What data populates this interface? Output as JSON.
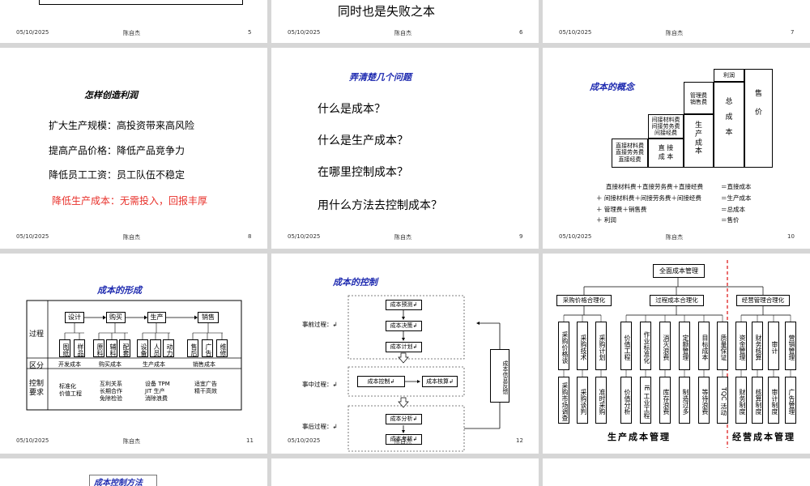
{
  "footer_date": "05/10/2025",
  "footer_author": "陈自杰",
  "slide_numbers": [
    "5",
    "6",
    "7",
    "8",
    "9",
    "10",
    "11",
    "12"
  ],
  "slide6_text": "同时也是失败之本",
  "slide8": {
    "title": "怎样创造利润",
    "lines": [
      "扩大生产规模：高投资带来高风险",
      "提高产品价格：降低产品竞争力",
      "降低员工工资：员工队伍不稳定"
    ],
    "highlight": "降低生产成本：无需投入，回报丰厚",
    "highlight_color": "#e8302a"
  },
  "slide9": {
    "title": "弄清楚几个问题",
    "questions": [
      "什么是成本？",
      "什么是生产成本？",
      "在哪里控制成本？",
      "用什么方法去控制成本？"
    ]
  },
  "slide10": {
    "title": "成本的概念",
    "profit": "利润",
    "sell": "售\n\n价",
    "mgmt": "管理费\n销售费",
    "total": "总\n\n成\n\n本",
    "indirect": "间接材料费\n间接劳务费\n间接经费",
    "prodcost": "生\n产\n成\n本",
    "direct_items": "直接材料费\n直接劳务费\n直接经费",
    "direct_cost": "直  接\n成  本",
    "eq_left": [
      "直接材料费＋直接劳务费＋直接经费",
      "＋  间接材料费＋间接劳务费＋间接经费",
      "＋  管理费＋销售费",
      "＋  利润"
    ],
    "eq_right": [
      "＝直接成本",
      "＝生产成本",
      "＝总成本",
      "＝售价"
    ]
  },
  "slide11": {
    "title": "成本的形成",
    "row_process": "过程",
    "row_zone": "区分",
    "row_control": "控制\n要求",
    "stages": [
      "设计",
      "购买",
      "生产",
      "销售"
    ],
    "subs": [
      [
        "图纸",
        "样品"
      ],
      [
        "原料",
        "辅料",
        "配套"
      ],
      [
        "设备",
        "人员",
        "动力"
      ],
      [
        "售后",
        "广告",
        "维修"
      ]
    ],
    "zones": [
      "开发成本",
      "购买成本",
      "生产成本",
      "销售成本"
    ],
    "controls": [
      "标准化\n价值工程",
      "互利关系\n长期合作\n免除检验",
      "设备 TPM\nJIT 生产\n消除浪费",
      "适宜广告\n精干高效"
    ]
  },
  "slide12": {
    "title": "成本的控制",
    "phase_before": "事前过程：↲",
    "phase_during": "事中过程：↲",
    "phase_after": "事后过程：↲",
    "b1": "成本预测↲",
    "b2": "成本决策↲",
    "b3": "成本计划↲",
    "b4": "成本控制↲",
    "b5": "成本核算↲",
    "b6": "成本分析↲",
    "b7": "成本考核↲",
    "feedback": "成本信息反馈"
  },
  "slide13": {
    "root": "全面成本管理",
    "g1": "采购价格合理化",
    "g2": "过程成本合理化",
    "g3": "经营管理合理化",
    "g1_mid": [
      "采购价格谈",
      "采购技术",
      "采购计划"
    ],
    "g1_low": [
      "采购市场调查",
      "采购谈判",
      "准时采购"
    ],
    "g2_mid": [
      "价值工程",
      "作业标准化",
      "消灭浪费",
      "定额管理",
      "目标成本",
      "质量保证"
    ],
    "g2_low": [
      "价值分析",
      "IE 工业工程",
      "库存浪费",
      "制造过多",
      "等待浪费",
      "TQC 活动"
    ],
    "g3_mid": [
      "资金管理",
      "财务核算",
      "审计",
      "营销管理"
    ],
    "g3_low": [
      "财务制度",
      "核算制度",
      "审计制度",
      "广告管理"
    ],
    "label_prod": "生产成本管理",
    "label_biz": "经营成本管理",
    "divider_color": "#e03030"
  },
  "slide14_title": "成本控制方法"
}
